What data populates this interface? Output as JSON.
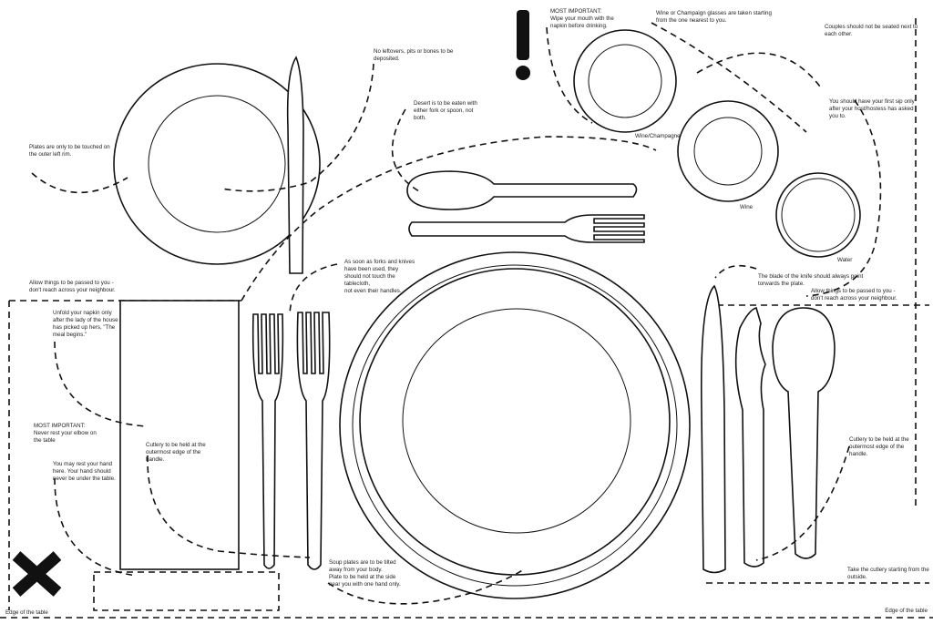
{
  "notes": {
    "plates_outer_rim": "Plates are only to be touched on\nthe outer left rim.",
    "no_leftovers": "No leftovers, pits or bones to be\ndeposited.",
    "dessert": "Desert is to be eaten with\neither fork or spoon, not\nboth.",
    "most_important_mouth": "MOST IMPORTANT:\nWipe your mouth with the\nnapkin before drinking.",
    "glasses_taken": "Wine or Champaign glasses are taken starting\nfrom the one nearest to you.",
    "couples": "Couples should not be seated next to\neach other.",
    "first_sip": "You should have your first sip only\nafter your host/hostess has asked\nyou to.",
    "pass_left": "Allow things to be passed to you -\ndon't reach across your neighbour.",
    "forks_knives_used": "As soon as forks and knives\nhave been used, they\nshould not touch the\ntablecloth,\nnot even their handles.",
    "knife_blade": "The blade of the knife should always point\ntorwards the plate.",
    "pass_right": "Allow things to be passed to you -\ndon't reach across your neighbour.",
    "napkin": "Unfold your napkin only\nafter the lady of the house\nhas picked up hers, \"The\nmeal begins.\"",
    "elbow": "MOST IMPORTANT:\nNever rest your elbow on\nthe table",
    "cutlery_left": "Cutlery to be held at the\noutermost edge of the\nhandle.",
    "rest_hand": "You may rest your hand\nhere. Your hand should\nnever be under the table.",
    "soup_plates": "Soup plates are to be tilted\naway from your body.\nPlate to be held at the side\nnear you with one hand only.",
    "cutlery_right": "Cutlery to be held at the\noutermost edge of the\nhandle.",
    "cutlery_outside": "Take the cutlery starting from the\noutside.",
    "edge_left": "Edge of the table",
    "edge_right": "Edge of the table"
  },
  "glasses": {
    "wine_champagne": "Wine/Champagne",
    "wine": "Wine",
    "water": "Water"
  },
  "icons": [
    "exclamation-icon",
    "cross-icon"
  ]
}
